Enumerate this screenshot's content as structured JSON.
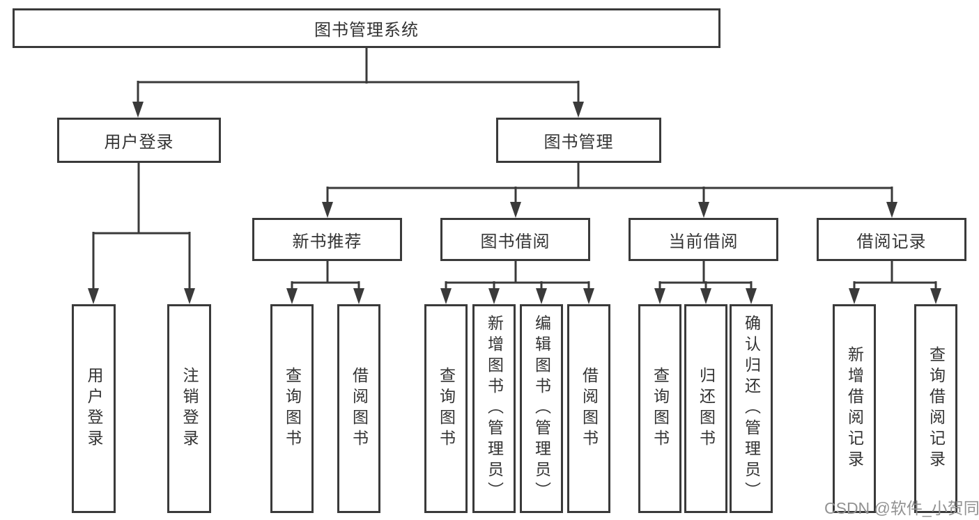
{
  "diagram": {
    "colors": {
      "line": "#3a3a3a",
      "text": "#333333",
      "box_fill": "#ffffff",
      "background": "#ffffff",
      "watermark": "#929292"
    },
    "nodes": {
      "root": "图书管理系统",
      "user_login": "用户登录",
      "book_management": "图书管理",
      "new_book_recommend": "新书推荐",
      "book_borrowing": "图书借阅",
      "current_borrowing": "当前借阅",
      "borrowing_records": "借阅记录",
      "ul_leaves": [
        "用户登录",
        "注销登录"
      ],
      "nb_leaves": [
        "查询图书",
        "借阅图书"
      ],
      "bb_leaves": [
        "查询图书",
        "新增图书（管理员）",
        "编辑图书（管理员）",
        "借阅图书"
      ],
      "cb_leaves": [
        "查询图书",
        "归还图书",
        "确认归还（管理员）"
      ],
      "br_leaves": [
        "新增借阅记录",
        "查询借阅记录"
      ]
    },
    "watermark": "CSDN @软件_小贺同学"
  }
}
